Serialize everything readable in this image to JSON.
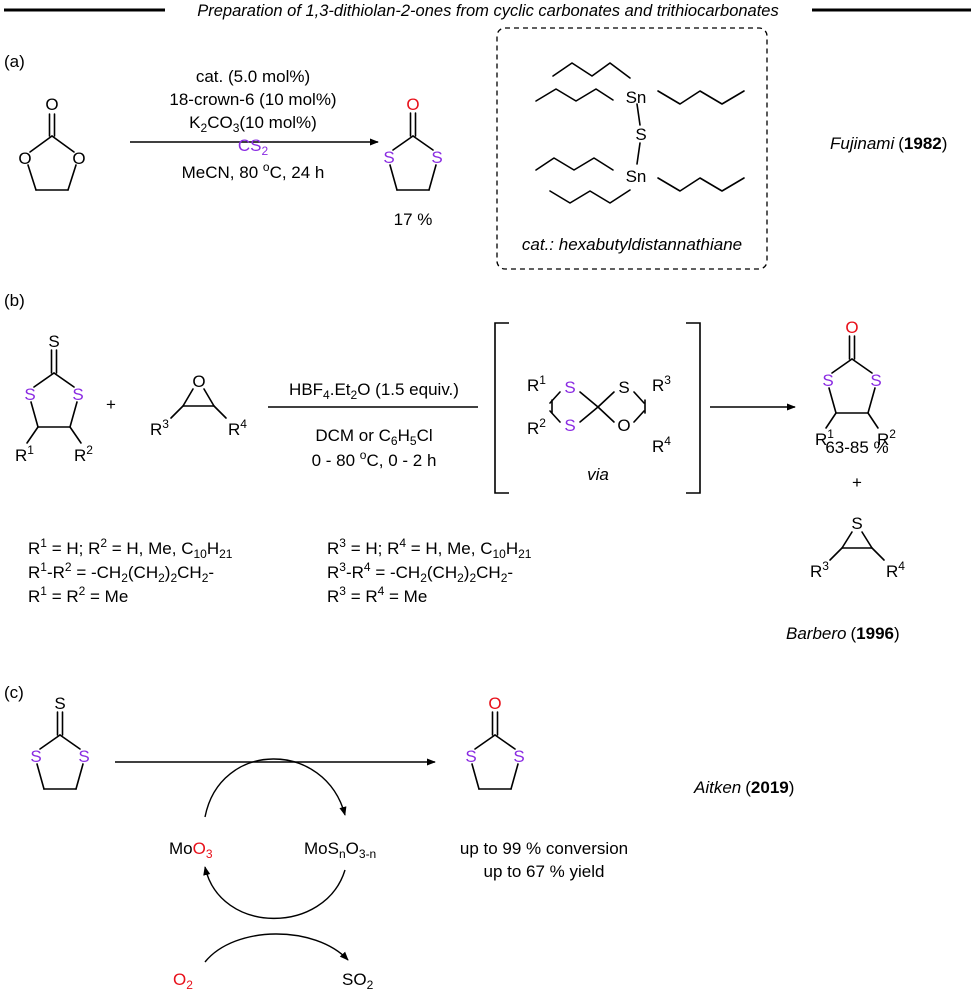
{
  "header": {
    "title": "Preparation of 1,3-dithiolan-2-ones from cyclic carbonates and trithiocarbonates"
  },
  "panel_a": {
    "label": "(a)",
    "conditions_above": [
      "cat. (5.0 mol%)",
      "18-crown-6 (10 mol%)"
    ],
    "k2co3": {
      "k": "K",
      "sub1": "2",
      "co": "CO",
      "sub2": "3",
      "rest": "(10 mol%)"
    },
    "cs2": {
      "cs": "CS",
      "sub": "2"
    },
    "conditions_below": {
      "pre": "MeCN, 80 ",
      "sup": "o",
      "post": "C, 24 h"
    },
    "yield": "17 %",
    "catalyst_caption": "cat.: hexabutyldistannathiane",
    "reference": {
      "author": "Fujinami",
      "year": "1982",
      "open": "(",
      "close": ")"
    },
    "atoms": {
      "O": "O",
      "S": "S",
      "Sn": "Sn"
    }
  },
  "panel_b": {
    "label": "(b)",
    "plus": "+",
    "reagent": {
      "pre": "HBF",
      "sub1": "4",
      "mid": ".Et",
      "sub2": "2",
      "post": "O (1.5 equiv.)"
    },
    "solvent": {
      "pre": "DCM or C",
      "sub1": "6",
      "mid": "H",
      "sub2": "5",
      "post": "Cl"
    },
    "temp": {
      "pre": "0 - 80 ",
      "sup": "o",
      "post": "C, 0 - 2 h"
    },
    "via": "via",
    "yield": "63-85 %",
    "plus2": "+",
    "R": "R",
    "n1": "1",
    "n2": "2",
    "n3": "3",
    "n4": "4",
    "defs_left": [
      {
        "a": "R",
        "s1": "1",
        "b": " = H; R",
        "s2": "2",
        "c": " = H, Me, C",
        "s3": "10",
        "d": "H",
        "s4": "21"
      },
      {
        "a": "R",
        "s1": "1",
        "b": "-R",
        "s2": "2",
        "c": " = -CH",
        "s3": "2",
        "d": "(CH",
        "s4": "2",
        "e": ")",
        "s5": "2",
        "f": "CH",
        "s6": "2",
        "g": "-"
      },
      {
        "a": "R",
        "s1": "1",
        "b": " = R",
        "s2": "2",
        "c": " = Me"
      }
    ],
    "defs_right": [
      {
        "a": "R",
        "s1": "3",
        "b": " = H; R",
        "s2": "4",
        "c": " = H, Me, C",
        "s3": "10",
        "d": "H",
        "s4": "21"
      },
      {
        "a": "R",
        "s1": "3",
        "b": "-R",
        "s2": "4",
        "c": " = -CH",
        "s3": "2",
        "d": "(CH",
        "s4": "2",
        "e": ")",
        "s5": "2",
        "f": "CH",
        "s6": "2",
        "g": "-"
      },
      {
        "a": "R",
        "s1": "3",
        "b": " = R",
        "s2": "4",
        "c": " = Me"
      }
    ],
    "reference": {
      "author": "Barbero",
      "year": "1996",
      "open": "(",
      "close": ")"
    }
  },
  "panel_c": {
    "label": "(c)",
    "moo3": {
      "mo": "Mo",
      "o": "O",
      "sub": "3"
    },
    "mosno": {
      "pre": "MoS",
      "sub1": "n",
      "mid": "O",
      "sub2": "3-n"
    },
    "o2": {
      "o": "O",
      "sub": "2"
    },
    "so2": {
      "so": "SO",
      "sub": "2"
    },
    "result": [
      "up to 99 % conversion",
      "up to 67 % yield"
    ],
    "reference": {
      "author": "Aitken",
      "year": "2019",
      "open": "(",
      "close": ")"
    }
  },
  "colors": {
    "sulfur": "#8a2be2",
    "oxygen": "#e8101a",
    "text": "#000000"
  }
}
